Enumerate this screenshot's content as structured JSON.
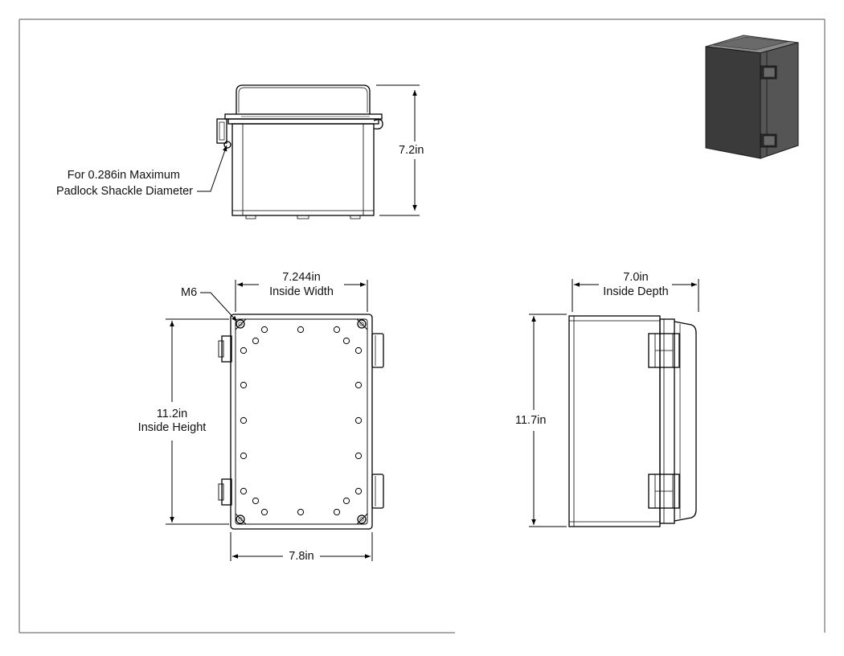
{
  "colors": {
    "line": "#000000",
    "frame": "#555555",
    "enclosure_dark": "#3a3a3a",
    "enclosure_mid": "#5a5a5a",
    "enclosure_light": "#7a7a7a"
  },
  "views": {
    "top": {
      "padlock_note_line1": "For 0.286in Maximum",
      "padlock_note_line2": "Padlock Shackle Diameter",
      "height_dim": "7.2in"
    },
    "front": {
      "screw_label": "M6",
      "inside_width_value": "7.244in",
      "inside_width_label": "Inside Width",
      "inside_height_value": "11.2in",
      "inside_height_label": "Inside Height",
      "overall_width": "7.8in"
    },
    "side": {
      "inside_depth_value": "7.0in",
      "inside_depth_label": "Inside Depth",
      "overall_height": "11.7in"
    },
    "iso": {
      "icon": "enclosure-3d-icon"
    }
  }
}
